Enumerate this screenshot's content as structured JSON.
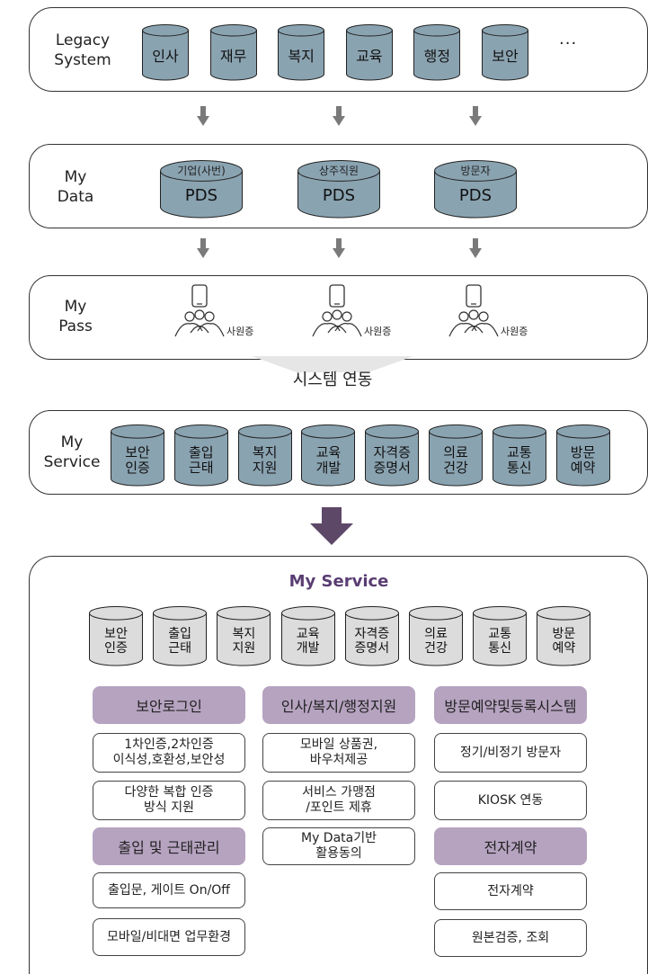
{
  "legacy": {
    "label": "Legacy\nSystem",
    "items": [
      "인사",
      "재무",
      "복지",
      "교육",
      "행정",
      "보안"
    ],
    "more": "···"
  },
  "mydata": {
    "label": "My\nData",
    "items": [
      {
        "top": "기업(사번)",
        "main": "PDS"
      },
      {
        "top": "상주직원",
        "main": "PDS"
      },
      {
        "top": "방문자",
        "main": "PDS"
      }
    ]
  },
  "mypass": {
    "label": "My\nPass",
    "caption": "사원증"
  },
  "link_banner": "시스템 연동",
  "myservice_row": {
    "label": "My\nService",
    "items": [
      "보안\n인증",
      "출입\n근태",
      "복지\n지원",
      "교육\n개발",
      "자격증\n증명서",
      "의료\n건강",
      "교통\n통신",
      "방문\n예약"
    ]
  },
  "detail": {
    "title": "My Service",
    "items": [
      "보안\n인증",
      "출입\n근태",
      "복지\n지원",
      "교육\n개발",
      "자격증\n증명서",
      "의료\n건강",
      "교통\n통신",
      "방문\n예약"
    ],
    "columns": [
      {
        "header": "보안로그인",
        "items": [
          "1차인증,2차인증\n이식성,호환성,보안성",
          "다양한 복합 인증\n방식 지원"
        ],
        "header2": "출입 및 근태관리",
        "items2": [
          "출입문, 게이트 On/Off",
          "모바일/비대면 업무환경"
        ]
      },
      {
        "header": "인사/복지/행정지원",
        "items": [
          "모바일 상품권,\n바우처제공",
          "서비스 가맹점\n/포인트 제휴",
          "My Data기반\n활용동의"
        ]
      },
      {
        "header": "방문예약및등록시스템",
        "items": [
          "정기/비정기 방문자",
          "KIOSK 연동"
        ],
        "header2": "전자계약",
        "items2": [
          "전자계약",
          "원본검증, 조회"
        ]
      }
    ]
  },
  "colors": {
    "cylinder_fill": "#8aa3b1",
    "cylinder_light": "#dcdcdc",
    "header_fill": "#b6a3c0",
    "title": "#5a3d73",
    "arrow": "#7a7a7a",
    "big_arrow": "#5e4868"
  }
}
